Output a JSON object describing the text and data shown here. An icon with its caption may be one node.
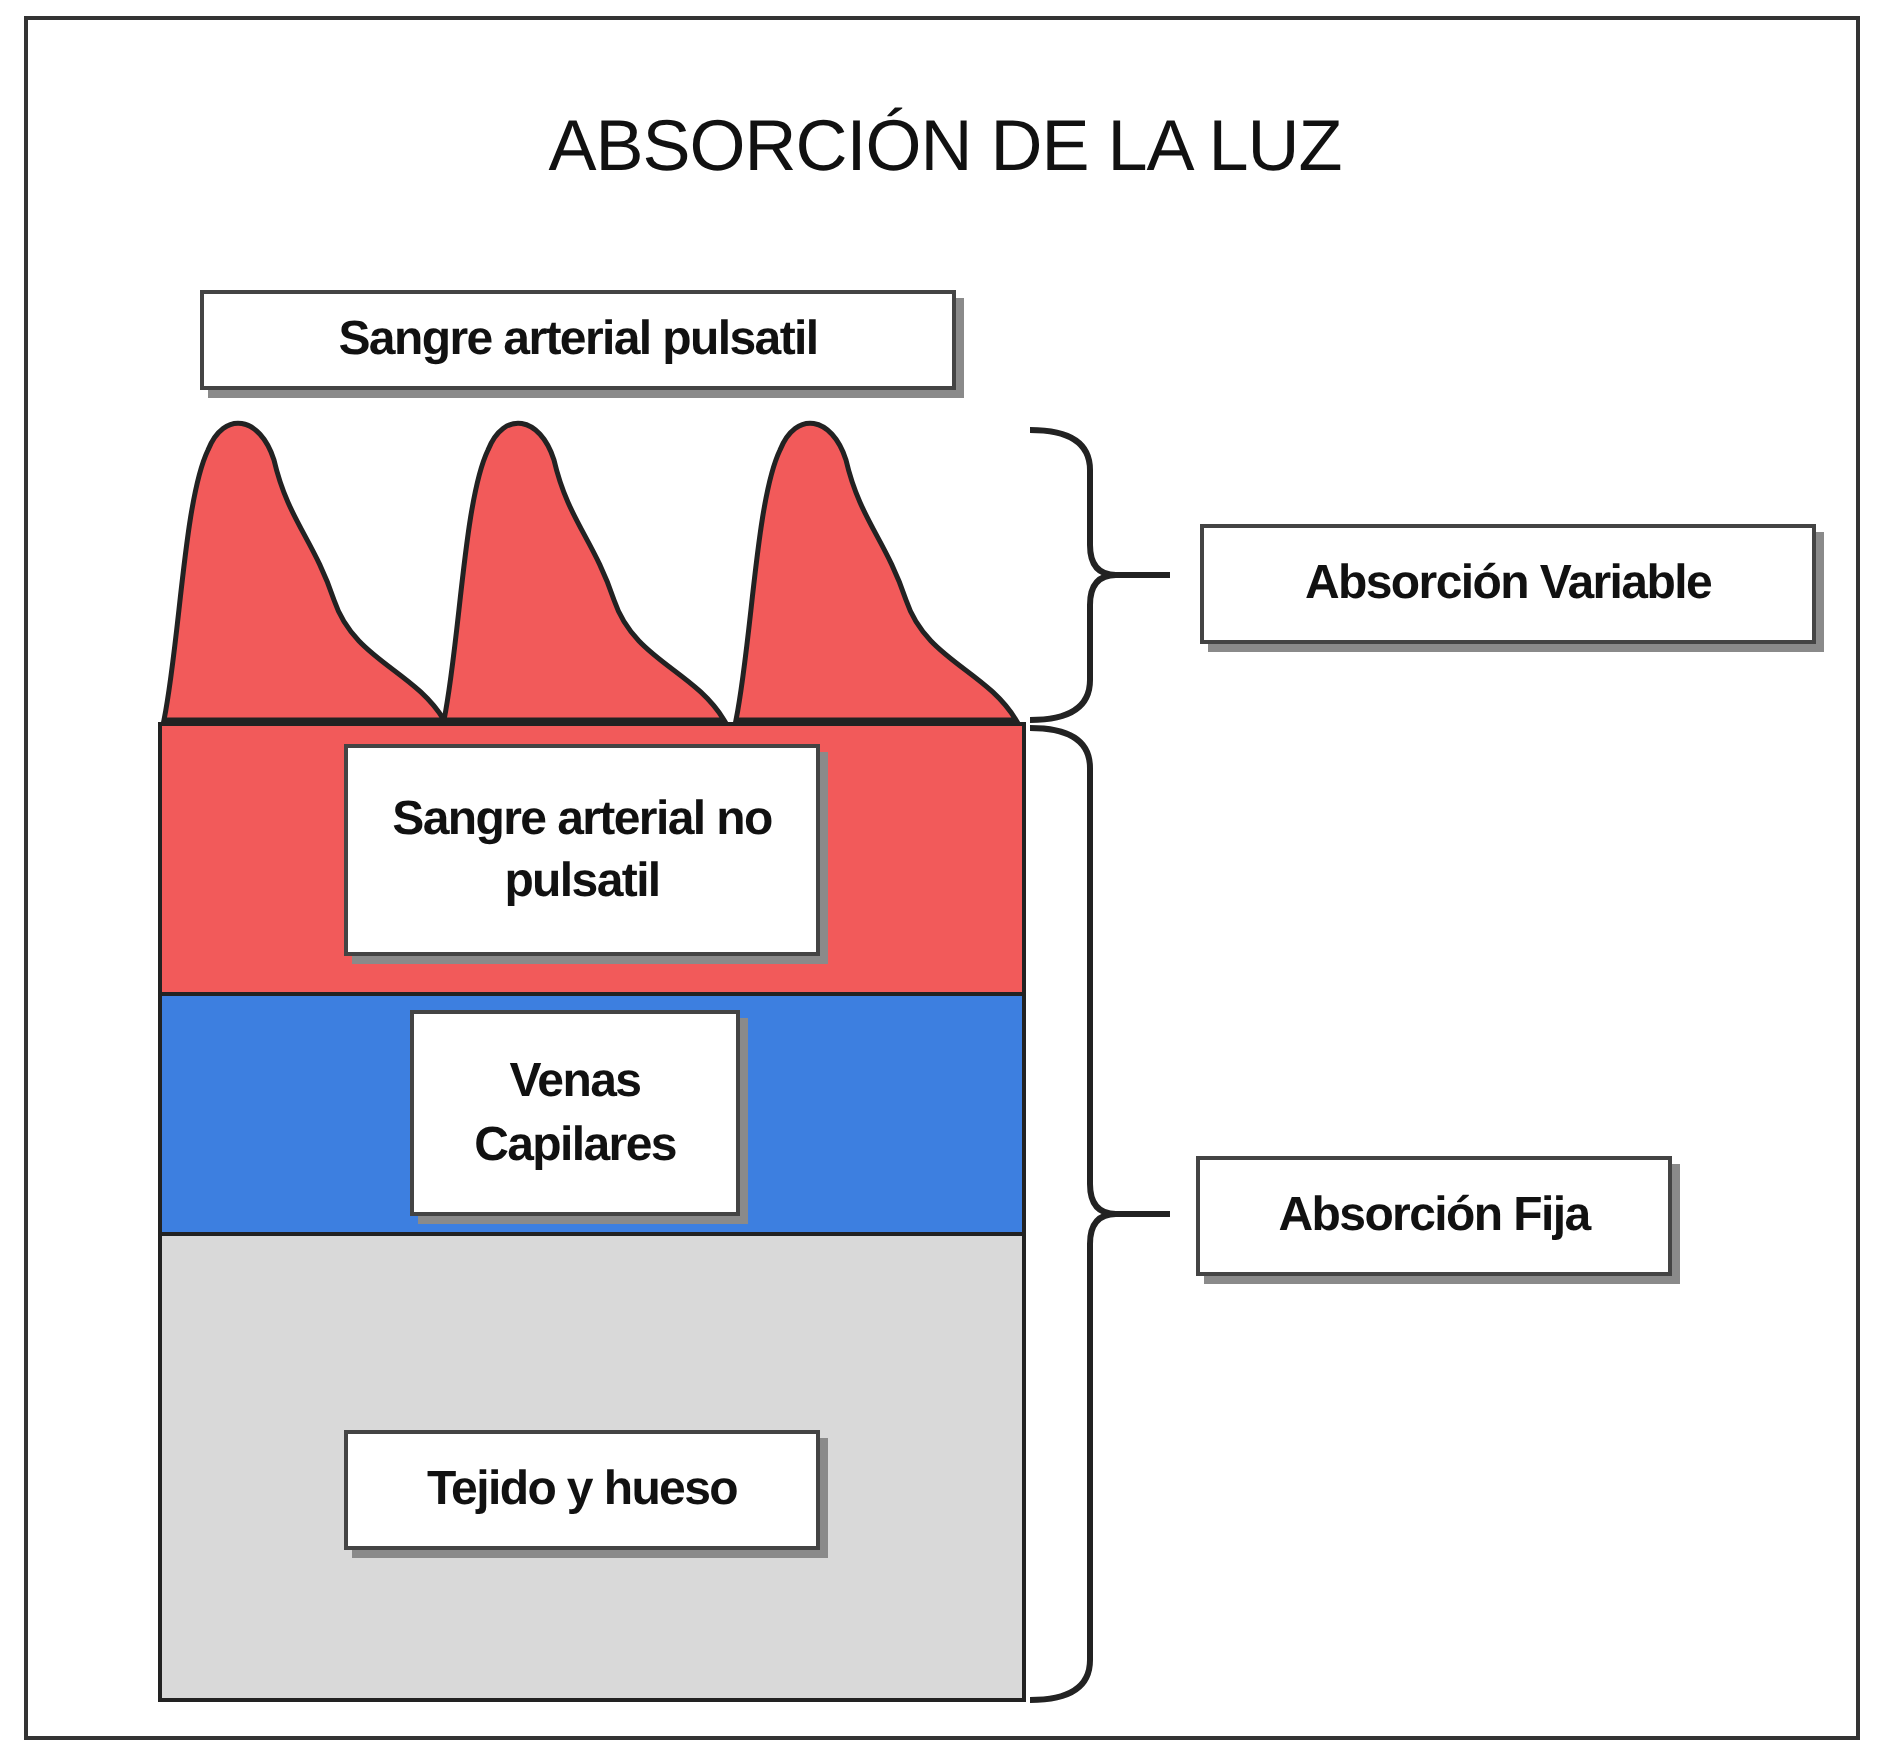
{
  "diagram": {
    "title": "ABSORCIÓN DE LA LUZ",
    "nodes": [
      {
        "text": [
          "Sangre arterial pulsatil"
        ]
      },
      {
        "text": [
          "Sangre arterial no pulsatil"
        ]
      },
      {
        "text": [
          "Venas Capilares"
        ]
      },
      {
        "text": [
          "Tejido y hueso"
        ]
      },
      {
        "text": [
          "Absorción Variable"
        ]
      },
      {
        "text": [
          "Absorción Fija"
        ]
      }
    ]
  }
}
